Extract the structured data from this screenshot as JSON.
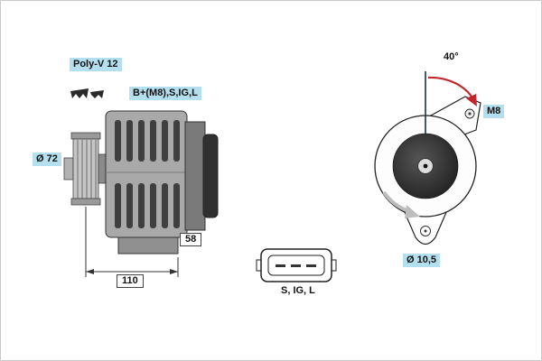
{
  "diagram": {
    "side_view": {
      "belt_label": "Poly-V 12",
      "terminal_label": "B+(M8),S,IG,L",
      "pulley_diameter_label": "Ø 72",
      "dim_depth": "58",
      "dim_length": "110"
    },
    "connector": {
      "pins_label": "S, IG, L"
    },
    "front_view": {
      "angle_label": "40°",
      "bolt_label": "M8",
      "hole_diameter_label": "Ø 10,5"
    },
    "colors": {
      "label_background": "#b3dfee",
      "angle_arrow_red": "#c1272d",
      "outline": "#222222",
      "rotor_dark": "#1a1a1a"
    }
  }
}
